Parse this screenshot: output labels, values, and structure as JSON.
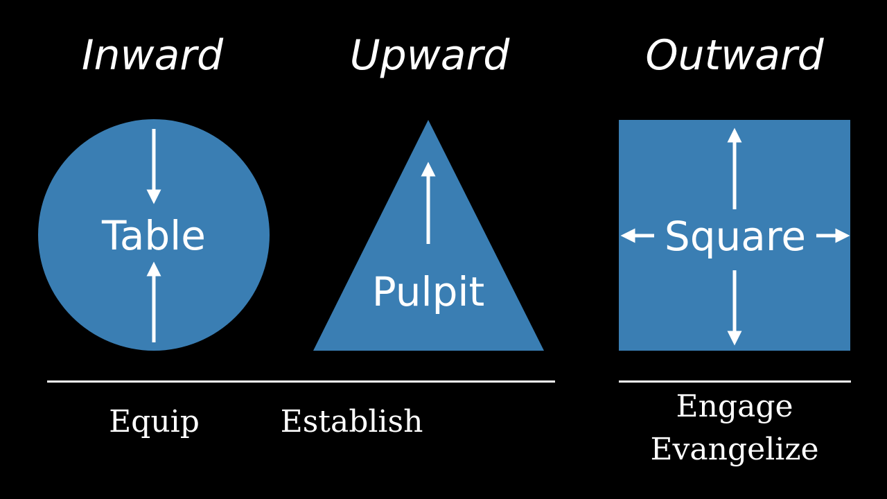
{
  "headings": {
    "inward": "Inward",
    "upward": "Upward",
    "outward": "Outward"
  },
  "shapes": {
    "circle": {
      "label": "Table",
      "icon": "circle-shape",
      "arrows": [
        "down",
        "up"
      ]
    },
    "triangle": {
      "label": "Pulpit",
      "icon": "triangle-shape",
      "arrows": [
        "up"
      ]
    },
    "square": {
      "label": "Square",
      "icon": "square-shape",
      "arrows": [
        "up",
        "down",
        "left",
        "right"
      ]
    }
  },
  "words": {
    "equip": "Equip",
    "establish": "Establish",
    "engage": "Engage",
    "evangelize": "Evangelize"
  },
  "colors": {
    "background": "#000000",
    "shape_fill": "#3a7eb3",
    "foreground": "#ffffff"
  }
}
